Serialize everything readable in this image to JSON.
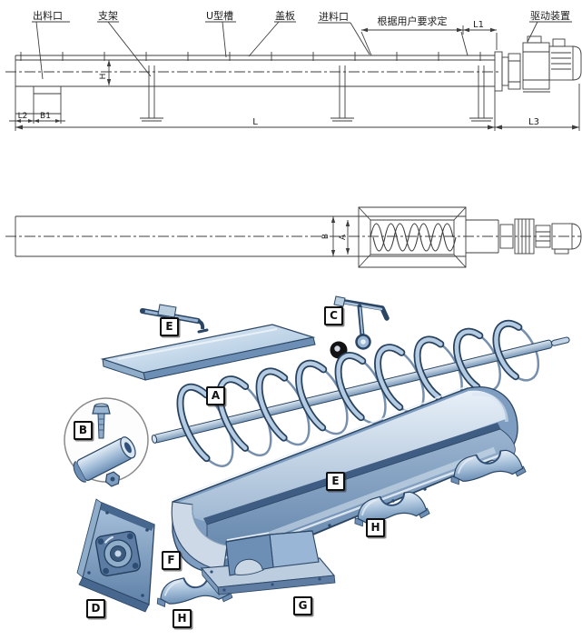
{
  "palette": {
    "line_color": "#3d3d3d",
    "steel_light": "#dfeaf4",
    "steel_mid": "#7e9dc0",
    "steel_dark": "#2b4664",
    "label_bg": "#ffffff",
    "label_border": "#0e0e0e"
  },
  "side_view": {
    "callout_outlet": "出料口",
    "callout_support": "支架",
    "callout_u_trough": "U型槽",
    "callout_cover": "盖板",
    "callout_inlet": "进料口",
    "callout_drive": "驱动装置",
    "note_per_user": "根据用户要求定",
    "dim_l1": "L1",
    "dim_l": "L",
    "dim_l2": "L2",
    "dim_b1": "B1",
    "dim_l3": "L3",
    "dim_h": "H"
  },
  "top_view": {
    "dim_b": "B",
    "dim_a": "A"
  },
  "exploded_view": {
    "labels": [
      {
        "text": "E"
      },
      {
        "text": "C"
      },
      {
        "text": "A"
      },
      {
        "text": "B"
      },
      {
        "text": "E"
      },
      {
        "text": "F"
      },
      {
        "text": "D"
      },
      {
        "text": "H"
      },
      {
        "text": "G"
      },
      {
        "text": "H"
      }
    ]
  }
}
